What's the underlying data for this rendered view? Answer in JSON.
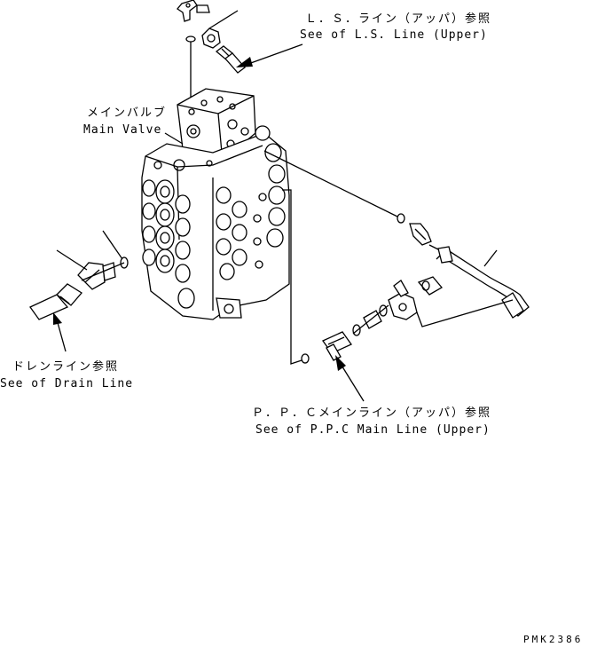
{
  "labels": {
    "ls_line_jp": "Ｌ．Ｓ．ライン（アッパ）参照",
    "ls_line_en": "See of L.S. Line (Upper)",
    "main_valve_jp": "メインバルブ",
    "main_valve_en": "Main Valve",
    "drain_line_jp": "ドレンライン参照",
    "drain_line_en": "See of Drain Line",
    "ppc_line_jp": "Ｐ．Ｐ．Ｃメインライン（アッパ）参照",
    "ppc_line_en": "See of P.P.C Main Line (Upper)"
  },
  "drawing_code": "PMK2386",
  "colors": {
    "line": "#000000",
    "background": "#ffffff"
  }
}
